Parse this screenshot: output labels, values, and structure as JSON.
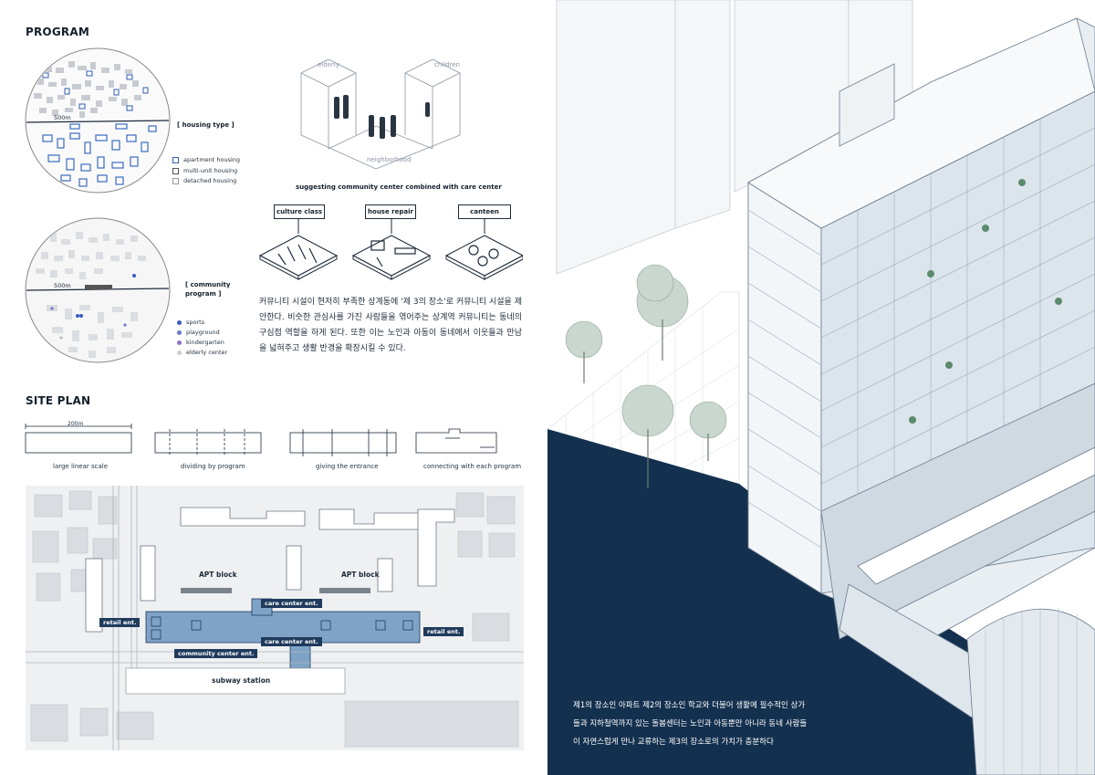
{
  "program": {
    "title": "PROGRAM",
    "map1": {
      "scale": "500m",
      "legend_title": "[ housing type ]",
      "legend": [
        "apartment housing",
        "multi-unit housing",
        "detached housing"
      ]
    },
    "map2": {
      "scale": "500m",
      "legend_title": "[ community\nprogram ]",
      "legend": [
        "sports",
        "playground",
        "kindergarten",
        "elderly center"
      ]
    },
    "diagram": {
      "elderly": "elderly",
      "children": "children",
      "neighborhood": "neighborhood",
      "caption": "suggesting community center combined with care center"
    },
    "callouts": [
      "culture class",
      "house repair",
      "canteen"
    ],
    "paragraph": "커뮤니티 시설이 현저히 부족한 상계동에 '제 3의 장소'로 커뮤니티 시설을 제안한다. 비슷한 관심사를 가진 사람들을 엮어주는 상계역 커뮤니티는 동네의 구심점 역할을 하게 된다. 또한 이는 노인과 아동이 동네에서 이웃들과 만남을 넓혀주고 생활 반경을 확장시킬 수 있다."
  },
  "site_plan": {
    "title": "SITE PLAN",
    "steps": {
      "scale_label": "200m",
      "labels": [
        "large linear scale",
        "dividing by program",
        "giving the entrance",
        "connecting with each program"
      ]
    },
    "map": {
      "apt1": "APT block",
      "apt2": "APT block",
      "care1": "care center ent.",
      "care2": "care center ent.",
      "retail1": "retail ent.",
      "retail2": "retail ent.",
      "community": "community center ent.",
      "subway": "subway station"
    }
  },
  "right": {
    "caption": [
      "제1의 장소인 아파트  제2의 장소인 학교와 더불어 생활에 필수적인 상가",
      "들과 지하철역까지 있는 돌봄센터는 노인과 아동뿐만 아니라 동네 사람들",
      "이 자연스럽게 만나 교류하는 제3의 장소로의 가치가 충분하다"
    ]
  },
  "colors": {
    "navy": "#1a3552",
    "accent": "#4a6fa5",
    "light": "#e8eef3"
  }
}
